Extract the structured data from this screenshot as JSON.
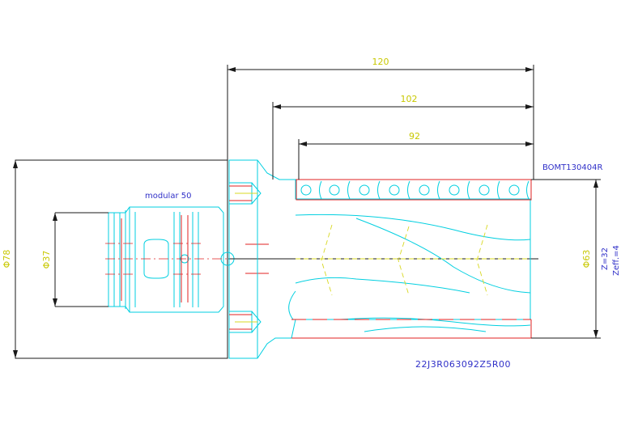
{
  "dimensions": {
    "overall_length": "120",
    "length_102": "102",
    "length_92": "92",
    "shank_outer_dia": "Φ78",
    "shank_inner_dia": "Φ37",
    "cutting_dia": "Φ63"
  },
  "labels": {
    "insert_code": "BOMT130404R",
    "connection": "modular 50",
    "z_total": "Z=32",
    "z_effective": "Zeff.=4",
    "part_number": "22J3R063092Z5R00"
  },
  "colors": {
    "outline": "#1a1a1a",
    "body": "#00cfe0",
    "centerline": "#e02020",
    "dimension_text": "#c8c800",
    "annotation_text": "#3030c8"
  }
}
